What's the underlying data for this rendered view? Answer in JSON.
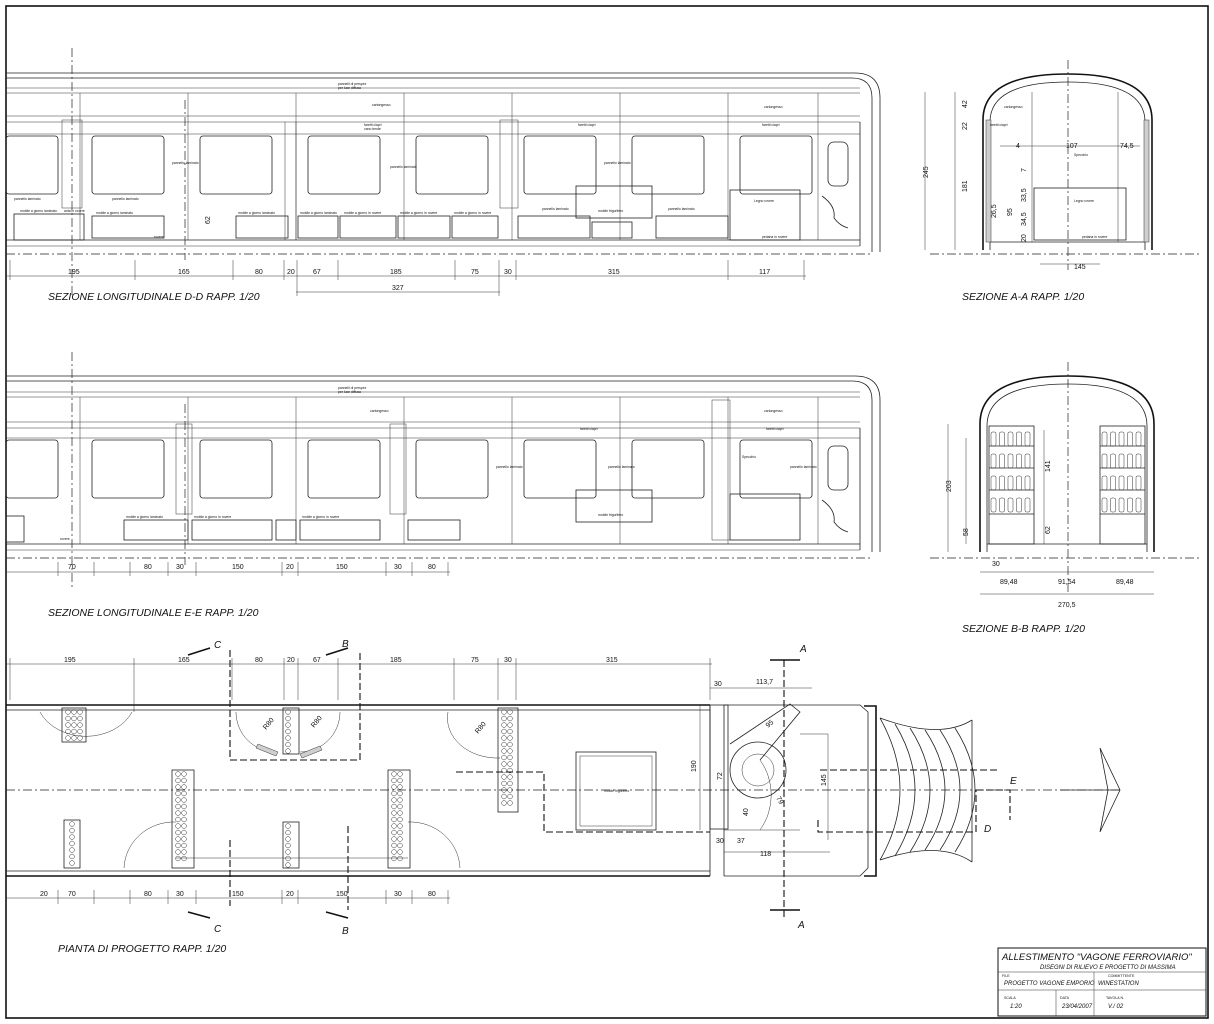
{
  "views": {
    "long_dd": {
      "title": "SEZIONE LONGITUDINALE  D-D  RAPP. 1/20",
      "dims": [
        "195",
        "165",
        "80",
        "20",
        "67",
        "185",
        "75",
        "30",
        "315",
        "117"
      ],
      "overall": "327",
      "height_dim": "62"
    },
    "long_ee": {
      "title": "SEZIONE LONGITUDINALE  E-E  RAPP. 1/20",
      "dims": [
        "70",
        "80",
        "30",
        "150",
        "20",
        "150",
        "30",
        "80"
      ]
    },
    "sec_aa": {
      "title": "SEZIONE A-A  RAPP. 1/20",
      "dims_h": [
        "4",
        "107",
        "74,5",
        "145"
      ],
      "dims_v": [
        "245",
        "42",
        "22",
        "181",
        "7",
        "26,5",
        "95",
        "33,5",
        "34,5",
        "20"
      ]
    },
    "sec_bb": {
      "title": "SEZIONE B-B  RAPP. 1/20",
      "dims_h": [
        "30",
        "89,48",
        "91,54",
        "89,48",
        "270,5"
      ],
      "dims_v": [
        "203",
        "141",
        "58",
        "62"
      ]
    },
    "plan": {
      "title": "PIANTA DI PROGETTO  RAPP. 1/20",
      "dims_top": [
        "195",
        "165",
        "80",
        "20",
        "67",
        "185",
        "75",
        "30",
        "315"
      ],
      "dims_bottom": [
        "20",
        "70",
        "80",
        "30",
        "150",
        "20",
        "150",
        "30",
        "80"
      ],
      "dims_misc": [
        "30",
        "113,7",
        "190",
        "72",
        "95",
        "40",
        "79",
        "145",
        "30",
        "37",
        "118"
      ],
      "radius": "R80",
      "cut_letters": [
        "C",
        "B",
        "A",
        "E",
        "D"
      ]
    }
  },
  "notes": [
    "pannelli di perspex",
    "per luce diffusa",
    "cartongesso",
    "faretti ciapri",
    "vano tende",
    "in rovere",
    "pannello laminato",
    "rosso",
    "mobile a giorno laminato",
    "mobile a giorno in rovere",
    "anta in rovere",
    "rovere",
    "pedana in rovere",
    "Specchio",
    "mobile frigorifero",
    "Legno rovere"
  ],
  "titleblock": {
    "project": "ALLESTIMENTO  \"VAGONE FERROVIARIO\"",
    "subtitle": "DISEGNI DI RILIEVO E PROGETTO DI MASSIMA",
    "file_label": "FILE",
    "file": "PROGETTO VAGONE EMPORIO",
    "client_label": "COMMITTENTE",
    "client": "WINESTATION",
    "scale_label": "SCALA",
    "scale": "1:20",
    "date_label": "DATA",
    "date": "23/04/2007",
    "sheet_label": "TAVOLA N.",
    "sheet": "V./ 02"
  }
}
